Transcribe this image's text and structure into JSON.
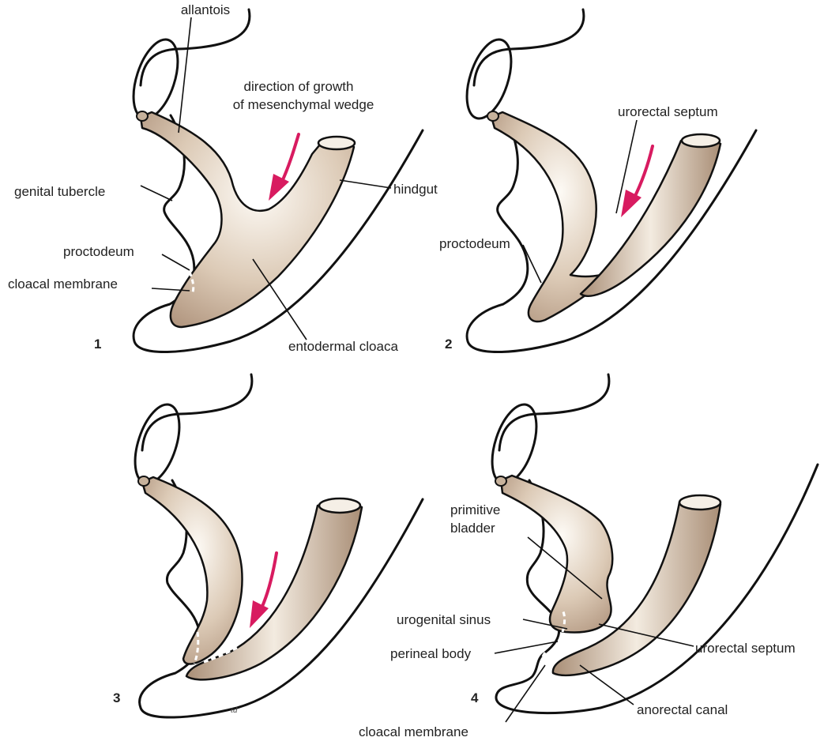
{
  "panels": [
    {
      "number": "1",
      "labels": {
        "allantois": "allantois",
        "direction_line1": "direction of growth",
        "direction_line2": "of mesenchymal wedge",
        "genital_tubercle": "genital tubercle",
        "hindgut": "hindgut",
        "proctodeum": "proctodeum",
        "cloacal_membrane": "cloacal membrane",
        "entodermal_cloaca": "entodermal cloaca"
      }
    },
    {
      "number": "2",
      "labels": {
        "urorectal_septum": "urorectal septum",
        "proctodeum": "proctodeum"
      }
    },
    {
      "number": "3",
      "labels": {}
    },
    {
      "number": "4",
      "labels": {
        "primitive_line1": "primitive",
        "primitive_line2": "bladder",
        "urogenital_sinus": "urogenital sinus",
        "urorectal_septum": "urorectal septum",
        "perineal_body": "perineal body",
        "anorectal_canal": "anorectal canal",
        "cloacal_membrane": "cloacal membrane"
      }
    }
  ],
  "signature": "td",
  "colors": {
    "tissue_light": "#fbf7f1",
    "tissue_dark": "#b49a80",
    "arrow": "#d81b60",
    "outline": "#111111"
  }
}
